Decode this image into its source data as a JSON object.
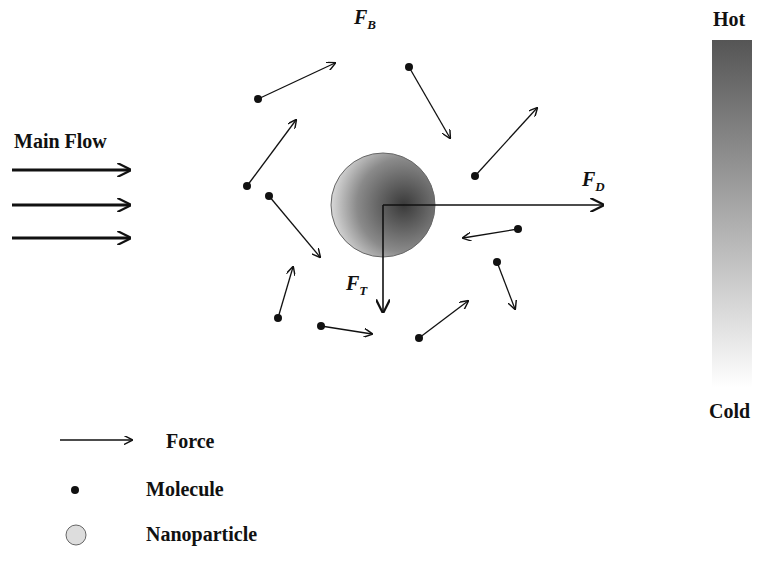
{
  "diagram": {
    "labels": [
      "FB",
      "FD",
      "FT",
      "Main Flow",
      "Hot",
      "Cold"
    ],
    "legend": [
      {
        "text": "Force"
      },
      {
        "text": "Molecule"
      },
      {
        "text": "Nanoparticle"
      }
    ]
  }
}
